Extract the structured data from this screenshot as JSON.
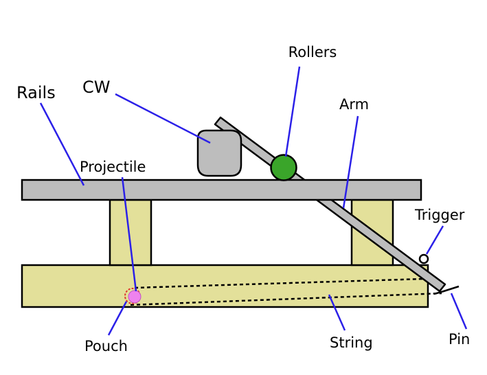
{
  "labels": {
    "rollers": "Rollers",
    "cw": "CW",
    "rails": "Rails",
    "arm": "Arm",
    "projectile": "Projectile",
    "trigger": "Trigger",
    "pouch": "Pouch",
    "string": "String",
    "pin": "Pin"
  },
  "colors": {
    "leader_line": "#2b20e8",
    "wood": "#e3e09a",
    "rail_gray": "#bdbdbd",
    "roller_green": "#3aa52a",
    "projectile_pink": "#ee82ee",
    "pouch_outline": "#e0342c"
  }
}
